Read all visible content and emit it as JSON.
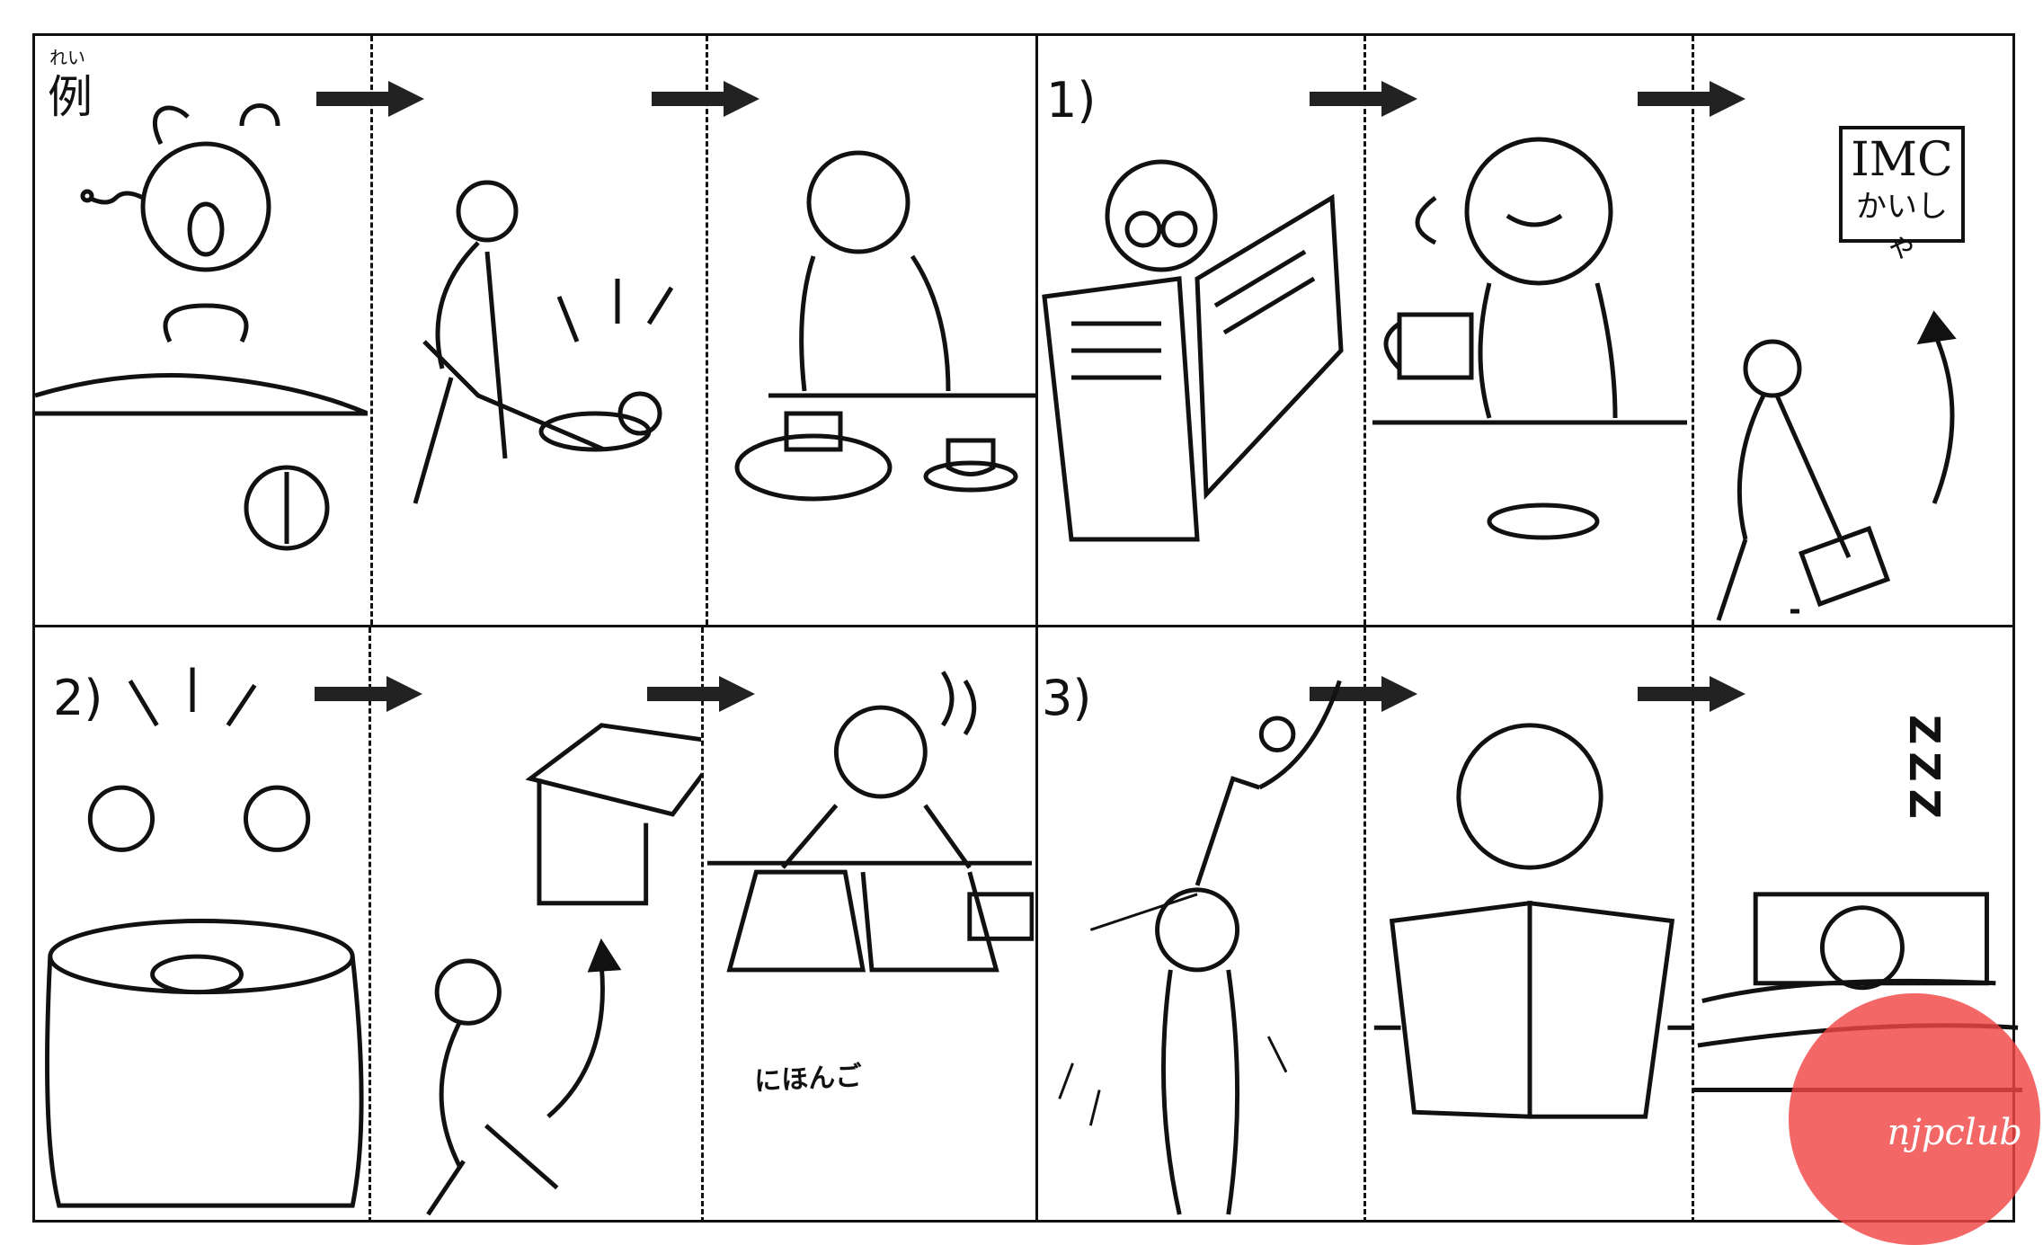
{
  "example": {
    "ruby": "れい",
    "label": "例"
  },
  "rows": [
    {
      "label": "1)",
      "sign_line1": "IMC",
      "sign_line2": "かいしゃ"
    },
    {
      "label": "2)",
      "notebook_text": "にほんご"
    },
    {
      "label": "3)",
      "sleep_text": "ZZZ"
    }
  ],
  "watermark": {
    "text": "njpclub"
  },
  "colors": {
    "ink": "#111111",
    "watermark": "#f04646"
  }
}
